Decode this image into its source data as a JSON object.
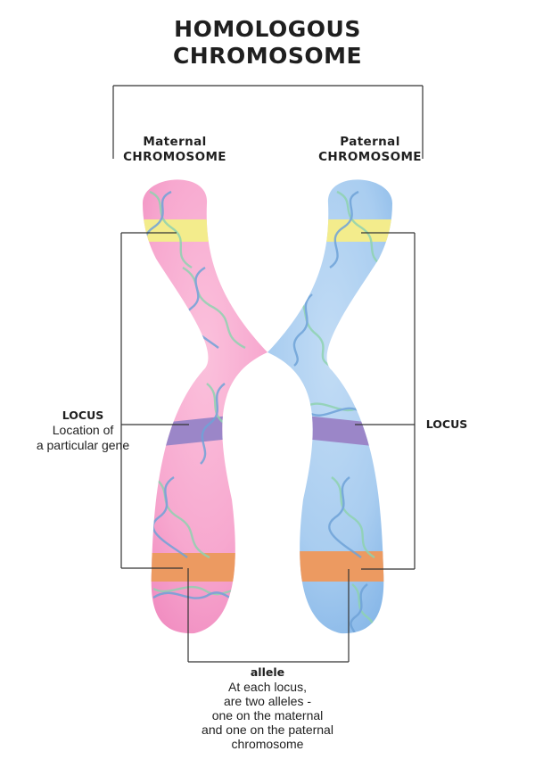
{
  "title": {
    "line1": "HOMOLOGOUS",
    "line2": "CHROMOSOME"
  },
  "maternal": {
    "line1": "Maternal",
    "line2": "CHROMOSOME"
  },
  "paternal": {
    "line1": "Paternal",
    "line2": "CHROMOSOME"
  },
  "locus_left": {
    "heading": "LOCUS",
    "desc1": "Location of",
    "desc2": "a particular gene"
  },
  "locus_right": {
    "heading": "LOCUS"
  },
  "allele": {
    "heading": "allele",
    "lines": [
      "At each locus,",
      "are two alleles -",
      "one on the maternal",
      "and one on the paternal",
      "chromosome"
    ]
  },
  "colors": {
    "maternal": "#f7a8cf",
    "paternal": "#a9cdf0",
    "band_top": "#f3ec8c",
    "band_mid": "#9b86c8",
    "band_bottom": "#ec9a61",
    "dna_green": "#8fd3b0",
    "dna_blue": "#6fa3d8",
    "line": "#333333"
  }
}
